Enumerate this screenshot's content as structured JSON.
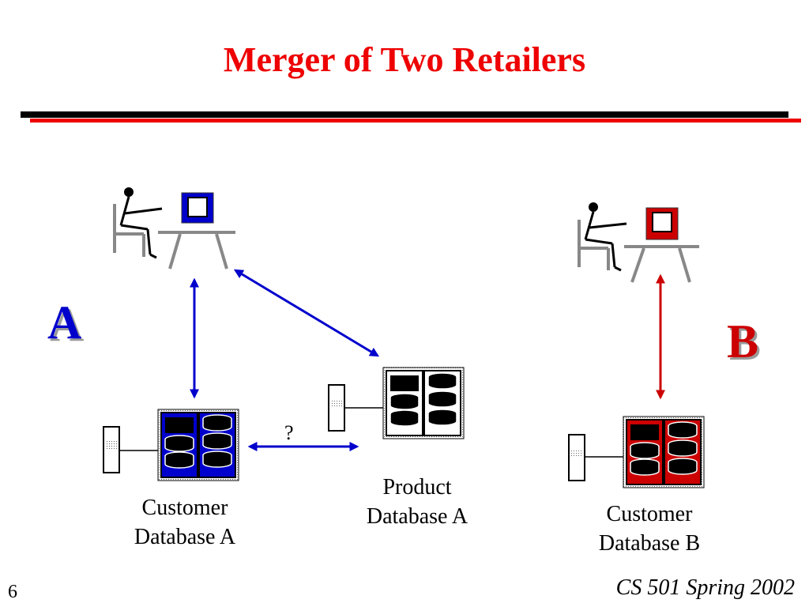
{
  "slide": {
    "title": "Merger of Two Retailers",
    "number": "6",
    "footer": "CS 501 Spring 2002"
  },
  "colors": {
    "title": "#ee0000",
    "rule_black": "#000000",
    "rule_red": "#ee0000",
    "retailer_a": "#0000cc",
    "retailer_b": "#cc0000",
    "arrow_a": "#0000cc",
    "arrow_b": "#cc0000"
  },
  "retailers": {
    "a": {
      "letter": "A",
      "customer_db": "Customer\nDatabase A",
      "product_db": "Product\nDatabase A"
    },
    "b": {
      "letter": "B",
      "customer_db": "Customer\nDatabase B"
    }
  },
  "link_label": "?",
  "icons": [
    "user-at-terminal-icon",
    "database-server-icon",
    "computer-tower-icon"
  ]
}
